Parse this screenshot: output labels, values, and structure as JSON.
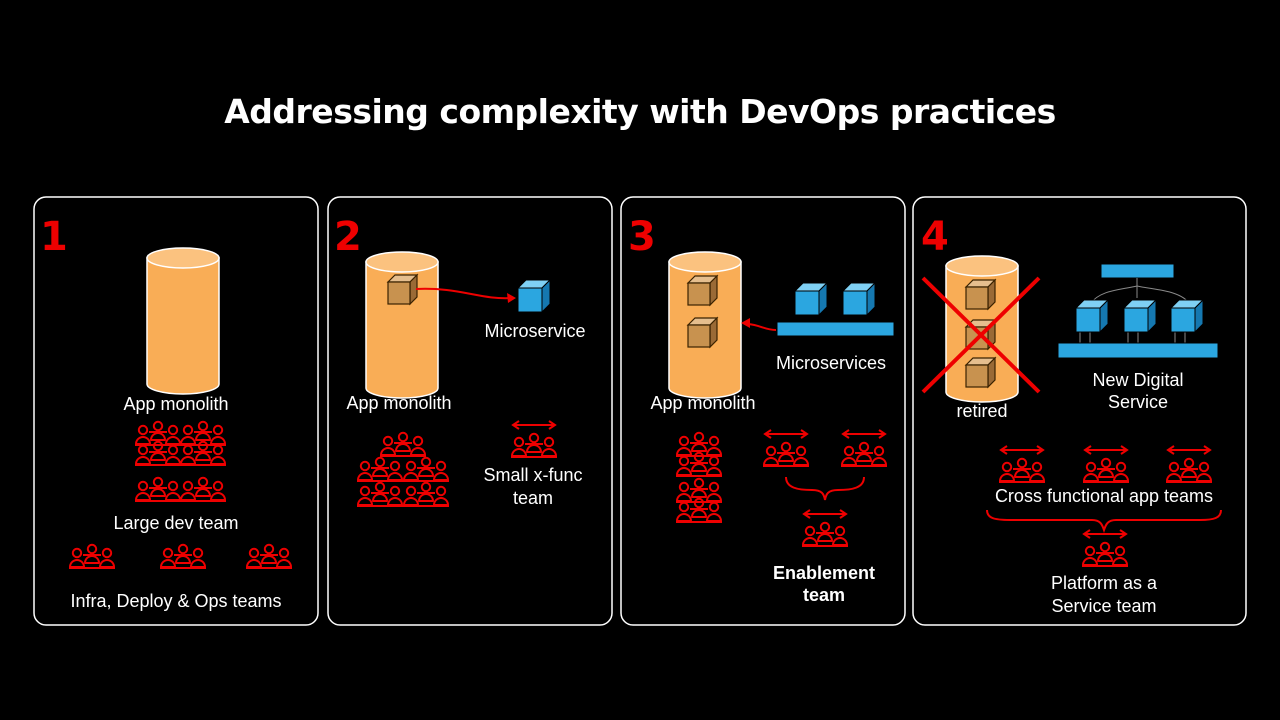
{
  "title": "Addressing complexity with DevOps practices",
  "colors": {
    "accent": "#ee0000",
    "monolith": "#f9ad56",
    "service": "#2ba6e0",
    "background": "#000000"
  },
  "panels": [
    {
      "number": "1",
      "monolith": "App monolith",
      "dev_team": "Large dev team",
      "ops_teams": "Infra, Deploy & Ops teams"
    },
    {
      "number": "2",
      "monolith": "App monolith",
      "service": "Microservice",
      "team_line1": "Small x-func",
      "team_line2": "team"
    },
    {
      "number": "3",
      "monolith": "App monolith",
      "services": "Microservices",
      "enable_line1": "Enablement",
      "enable_line2": "team"
    },
    {
      "number": "4",
      "retired": "retired",
      "new_line1": "New Digital",
      "new_line2": "Service",
      "app_teams": "Cross functional app teams",
      "platform_line1": "Platform as a",
      "platform_line2": "Service team"
    }
  ]
}
